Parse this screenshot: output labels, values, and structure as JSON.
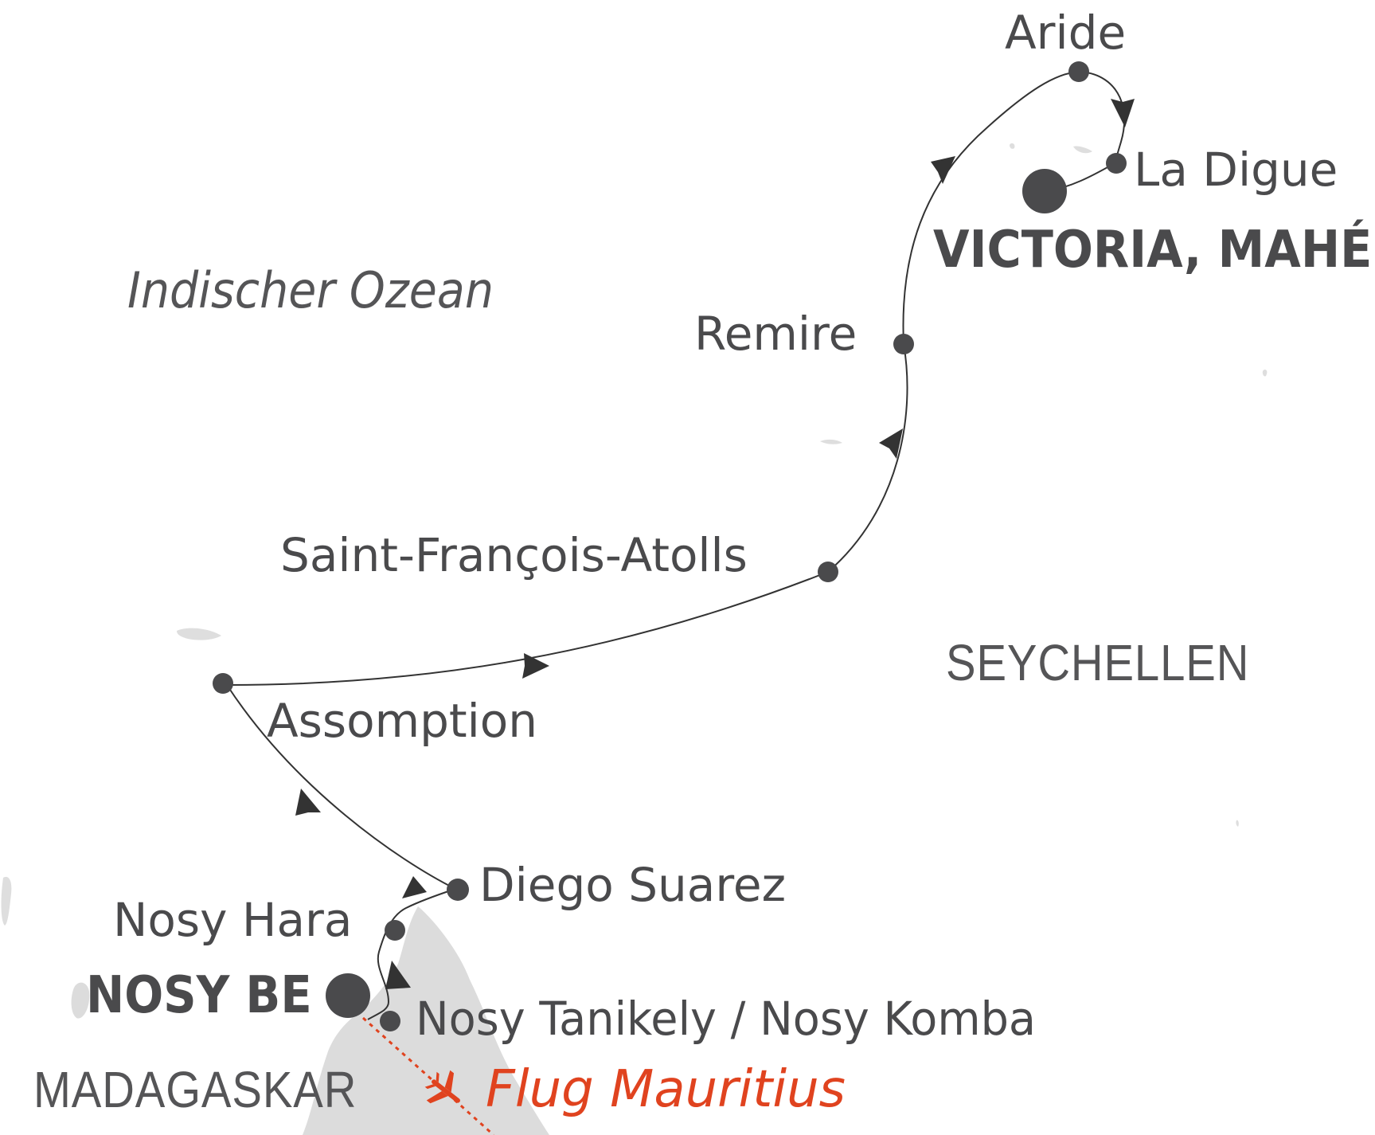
{
  "map": {
    "ocean_label": "Indischer Ozean",
    "regions": {
      "seychelles": "SEYCHELLEN",
      "madagascar": "MADAGASKAR"
    },
    "stops": {
      "aride": "Aride",
      "la_digue": "La Digue",
      "victoria_mahe": "VICTORIA, MAHÉ",
      "remire": "Remire",
      "saint_francois": "Saint-François-Atolls",
      "assomption": "Assomption",
      "diego_suarez": "Diego Suarez",
      "nosy_hara": "Nosy Hara",
      "nosy_be": "NOSY BE",
      "nosy_tanikely": "Nosy Tanikely / Nosy Komba"
    },
    "flight_label": "Flug Mauritius",
    "colors": {
      "route": "#333333",
      "stop": "#4a4a4c",
      "land": "#dcdcdc",
      "flight": "#e0431f",
      "text": "#4a4a4c"
    },
    "icons": {
      "flight": "airplane-icon"
    }
  }
}
